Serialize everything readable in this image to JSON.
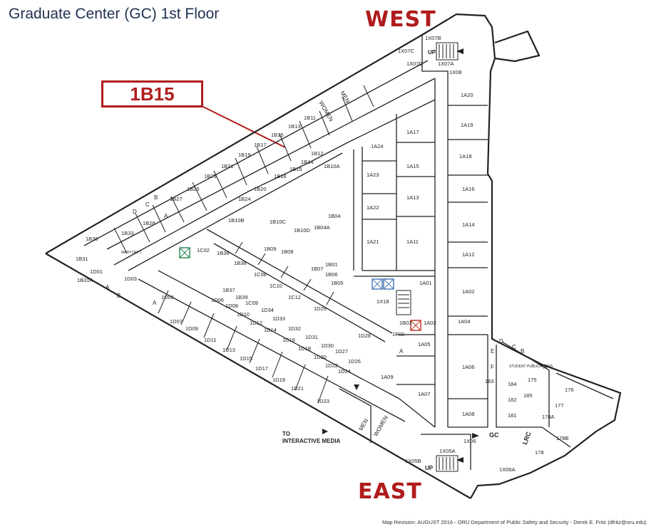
{
  "map": {
    "title": "Graduate Center (GC) 1st Floor",
    "west_label": "WEST",
    "east_label": "EAST",
    "callout": "1B15",
    "footer": "Map Revision: AUGUST 2016 - ORU Department of Public Safety and Security - Derek E. Fritz (dfritz@oru.edu)",
    "colors": {
      "accent": "#b01c1c",
      "title": "#1f3050",
      "walls": "#222222"
    }
  },
  "rooms": [
    "1B11",
    "1B13",
    "1B15",
    "1B17",
    "1B19",
    "1B21",
    "1B23",
    "1B25",
    "1B27",
    "1B28",
    "1B30",
    "1B31",
    "1B31A",
    "1B33",
    "1B10A",
    "1B12",
    "1B14",
    "1B16",
    "1B18",
    "1B20",
    "1B24",
    "1B10B",
    "1B10C",
    "1B10D",
    "1B04",
    "1B04A",
    "1B01",
    "1B05",
    "1B06",
    "1B07",
    "1B08",
    "1B09",
    "1B36",
    "1B37",
    "1B38",
    "1B39",
    "1C02",
    "1C08",
    "1C09",
    "1C10",
    "1C12",
    "1D01",
    "1D03",
    "1D05",
    "1D06",
    "1D07",
    "1D08",
    "1D09",
    "1D10",
    "1D11",
    "1D12",
    "1D13",
    "1D14",
    "1D15",
    "1D16",
    "1D17",
    "1D18",
    "1D19",
    "1D20",
    "1D21",
    "1D22",
    "1D23",
    "1D24",
    "1D26",
    "1D27",
    "1D28",
    "1D29",
    "1D30",
    "1D31",
    "1D32",
    "1D33",
    "1D34",
    "1A24",
    "1A23",
    "1A22",
    "1A21",
    "1A17",
    "1A15",
    "1A13",
    "1A11",
    "1A20",
    "1A19",
    "1A18",
    "1A16",
    "1A14",
    "1A12",
    "1A02",
    "1A04",
    "1A06",
    "1A08",
    "1A01",
    "1A03",
    "1A05",
    "1A07",
    "1A09",
    "1X07A",
    "1X07B",
    "1X07C",
    "1X07D",
    "1X08",
    "1X18",
    "1X05A",
    "1X05B",
    "1X06",
    "1X06A",
    "1F02",
    "1B03",
    "175",
    "176",
    "177",
    "178",
    "178A",
    "178B",
    "181",
    "182",
    "183",
    "184",
    "185"
  ],
  "labels": {
    "men": "MEN",
    "women": "WOMEN",
    "up": "UP",
    "gc": "GC",
    "to_media_1": "TO",
    "to_media_2": "INTERACTIVE MEDIA",
    "math_dept": "MATH DEPT.",
    "student_pub": "STUDENT PUBLICATIONS",
    "lrc": "LRC",
    "letter_a": "A",
    "letter_b": "B",
    "letter_c": "C",
    "letter_d": "D",
    "letter_e": "E",
    "letter_f": "F"
  }
}
